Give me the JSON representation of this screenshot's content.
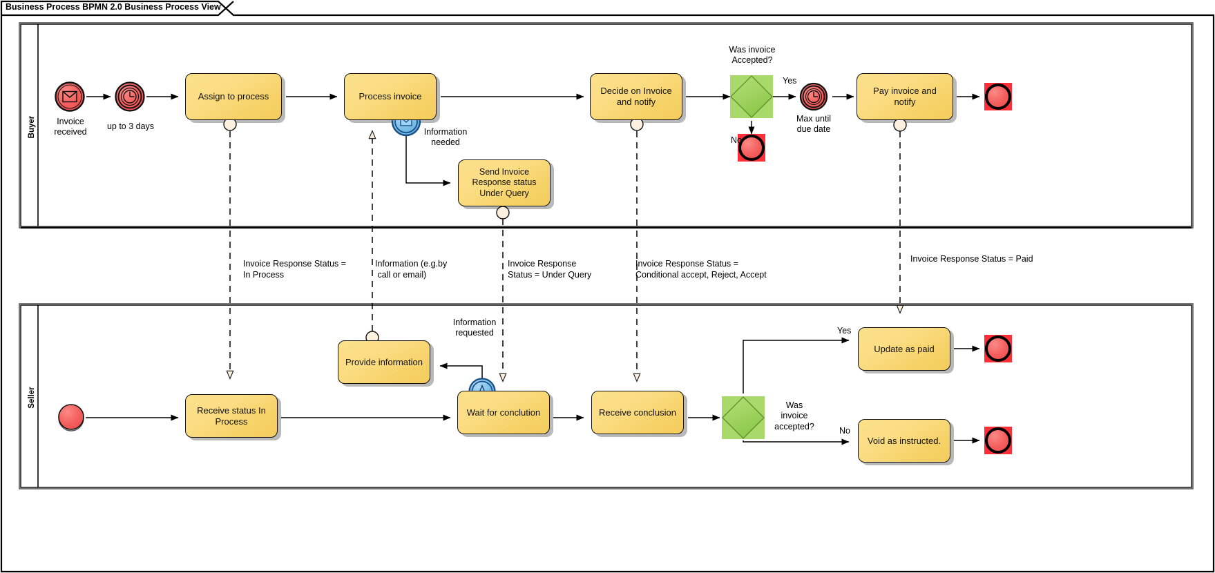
{
  "diagram": {
    "title": "Business Process BPMN 2.0 Business Process View",
    "type": "bpmn-collaboration-diagram"
  },
  "lanes": [
    {
      "id": "buyer",
      "label": "Buyer"
    },
    {
      "id": "seller",
      "label": "Seller"
    }
  ],
  "colors": {
    "task_fill_light": "#fbe08b",
    "task_fill_dark": "#f3cc5c",
    "gateway_fill": "#9ed455",
    "gateway_select": "#a8d96a",
    "event_red": "#f4605f",
    "event_blue": "#73b9e8",
    "stroke": "#111111",
    "shadow": "#b9b9b9",
    "boundary_circle_fill": "#fdf0de"
  },
  "buyer_lane": {
    "events": [
      {
        "name": "start-message-event",
        "caption": "Invoice\nreceived",
        "icon": "envelope-icon"
      },
      {
        "name": "intermediate-timer-event",
        "caption": "up to 3 days",
        "icon": "clock-icon"
      },
      {
        "name": "boundary-message-event",
        "caption": "Information\nneeded",
        "icon": "envelope-icon"
      },
      {
        "name": "intermediate-timer-event-2",
        "caption": "Max until\ndue date",
        "icon": "clock-icon"
      },
      {
        "name": "end-event-rejected",
        "caption": "",
        "icon": "end-circle-icon"
      },
      {
        "name": "end-event-paid",
        "caption": "",
        "icon": "end-circle-icon"
      }
    ],
    "tasks": [
      {
        "name": "task-assign-to-process",
        "label": "Assign to process"
      },
      {
        "name": "task-process-invoice",
        "label": "Process invoice"
      },
      {
        "name": "task-send-invoice-response-status",
        "label": "Send Invoice\nResponse status\n\nUnder Query"
      },
      {
        "name": "task-decide-on-invoice",
        "label": "Decide on Invoice\nand notify"
      },
      {
        "name": "task-pay-invoice",
        "label": "Pay invoice and\nnotify"
      }
    ],
    "gateway": {
      "name": "gateway-was-invoice-accepted",
      "caption": "Was invoice\nAccepted?"
    },
    "flow_labels": {
      "yes": "Yes",
      "no": "No"
    }
  },
  "seller_lane": {
    "events": [
      {
        "name": "start-event-seller",
        "caption": "",
        "icon": "start-circle-icon"
      },
      {
        "name": "boundary-escalation-event",
        "caption": "Information\nrequested",
        "icon": "escalation-icon"
      },
      {
        "name": "end-event-updated-paid",
        "caption": "",
        "icon": "end-circle-icon"
      },
      {
        "name": "end-event-voided",
        "caption": "",
        "icon": "end-circle-icon"
      }
    ],
    "tasks": [
      {
        "name": "task-receive-status-in-process",
        "label": "Receive status In\nProcess"
      },
      {
        "name": "task-provide-information",
        "label": "Provide information"
      },
      {
        "name": "task-wait-for-conclusion",
        "label": "Wait for conclution"
      },
      {
        "name": "task-receive-conclusion",
        "label": "Receive conclusion"
      },
      {
        "name": "task-update-as-paid",
        "label": "Update as paid"
      },
      {
        "name": "task-void-as-instructed",
        "label": "Void as instructed."
      }
    ],
    "gateway": {
      "name": "gateway-was-invoice-accepted-seller",
      "caption": "Was\ninvoice\naccepted?"
    },
    "flow_labels": {
      "yes": "Yes",
      "no": "No"
    }
  },
  "message_flow_labels": [
    {
      "name": "msg-label-in-process",
      "text": "Invoice Response Status =\nIn Process"
    },
    {
      "name": "msg-label-information",
      "text": "Information (e.g.by\n call or email)"
    },
    {
      "name": "msg-label-under-query",
      "text": "Invoice Response\nStatus = Under Query"
    },
    {
      "name": "msg-label-conditional",
      "text": "Invoice Response Status =\nConditional accept, Reject, Accept"
    },
    {
      "name": "msg-label-paid",
      "text": "Invoice Response Status = Paid"
    }
  ]
}
